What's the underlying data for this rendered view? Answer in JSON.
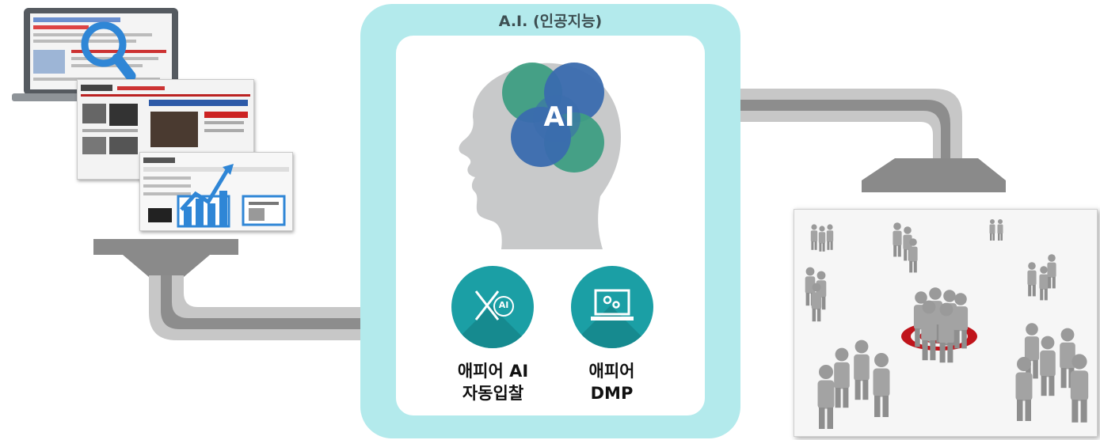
{
  "panel": {
    "title": "A.I. (인공지능)",
    "head_badge": "AI"
  },
  "products": [
    {
      "name": "애피어 AI 자동입찰",
      "line1": "애피어 AI",
      "line2": "자동입찰",
      "icon": "x-ai-icon",
      "icon_text": "AI"
    },
    {
      "name": "애피어 DMP",
      "line1": "애피어",
      "line2": "DMP",
      "icon": "laptop-gears-icon"
    }
  ],
  "colors": {
    "panel_bg": "#b3eaec",
    "icon_teal": "#1b9fa5",
    "pipe_gray": "#8c8c8c",
    "head_gray": "#c8c9ca",
    "venn_green": "#3e9e82",
    "venn_blue": "#3a6cae",
    "target_red": "#c0141b"
  }
}
